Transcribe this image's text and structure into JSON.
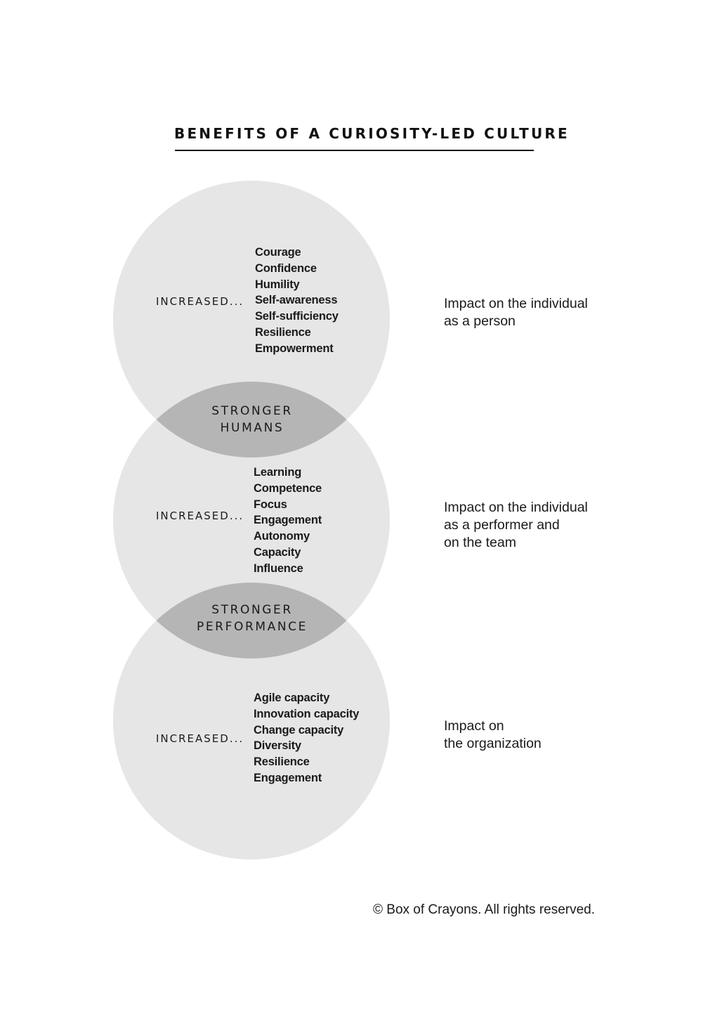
{
  "title": "BENEFITS OF A CURIOSITY-LED CULTURE",
  "colors": {
    "circle_fill": "#e6e6e6",
    "overlap_fill": "#b5b5b5",
    "text": "#1a1a1a"
  },
  "circles": [
    {
      "increased_label": "INCREASED...",
      "items": [
        "Courage",
        "Confidence",
        "Humility",
        "Self-awareness",
        "Self-sufficiency",
        "Resilience",
        "Empowerment"
      ],
      "impact_lines": [
        "Impact on the individual",
        "as a person"
      ]
    },
    {
      "increased_label": "INCREASED...",
      "items": [
        "Learning",
        "Competence",
        "Focus",
        "Engagement",
        "Autonomy",
        "Capacity",
        "Influence"
      ],
      "impact_lines": [
        "Impact on the individual",
        "as a performer and",
        "on the team"
      ]
    },
    {
      "increased_label": "INCREASED...",
      "items": [
        "Agile capacity",
        "Innovation capacity",
        "Change capacity",
        "Diversity",
        "Resilience",
        "Engagement"
      ],
      "impact_lines": [
        "Impact on",
        "the organization"
      ]
    }
  ],
  "overlaps": [
    {
      "lines": [
        "STRONGER",
        "HUMANS"
      ]
    },
    {
      "lines": [
        "STRONGER",
        "PERFORMANCE"
      ]
    }
  ],
  "copyright": "© Box of Crayons. All rights reserved."
}
